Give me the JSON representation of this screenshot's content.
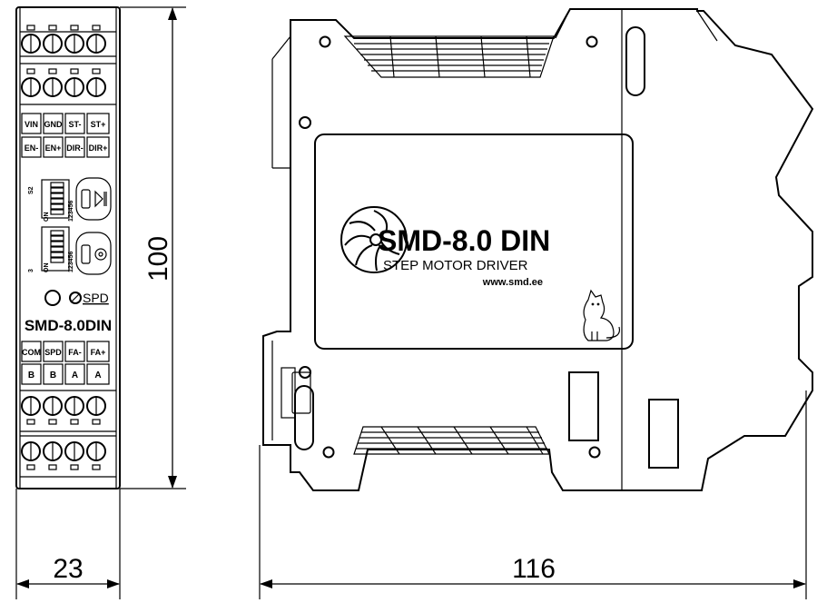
{
  "dimensions": {
    "height": "100",
    "front_width": "23",
    "side_width": "116"
  },
  "front_panel": {
    "top_labels": [
      "VIN",
      "GND",
      "ST-",
      "ST+"
    ],
    "top_labels_row2": [
      "EN-",
      "EN+",
      "DIR-",
      "DIR+"
    ],
    "dip_switch_1": {
      "caption": "S2",
      "on_label": "ON",
      "numbers": "123456"
    },
    "dip_switch_2": {
      "caption": "3",
      "on_label": "ON",
      "numbers": "123456"
    },
    "speed_label": "SPD",
    "model_name": "SMD-8.0DIN",
    "bottom_labels": [
      "COM",
      "SPD",
      "FA-",
      "FA+"
    ],
    "bottom_labels_row2": [
      "B",
      "B",
      "A",
      "A"
    ]
  },
  "label_plate": {
    "product_name": "SMD-8.0 DIN",
    "subtitle": "STEP MOTOR DRIVER",
    "website": "www.smd.ee"
  },
  "colors": {
    "line": "#000000",
    "background": "#ffffff"
  }
}
